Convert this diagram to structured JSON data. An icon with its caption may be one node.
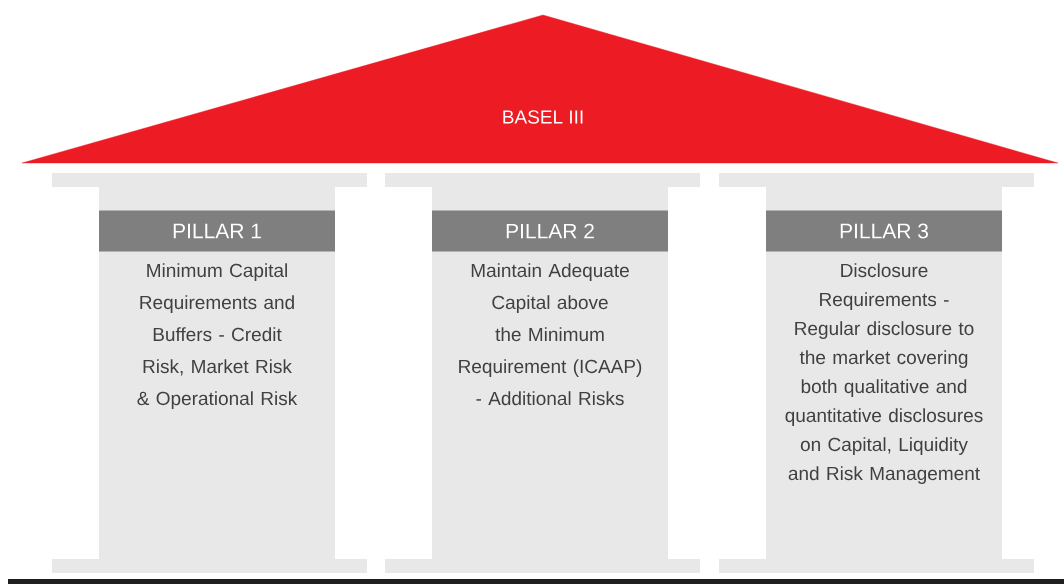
{
  "diagram": {
    "nodes": [
      {
        "text": [
          "BASEL III"
        ]
      },
      {
        "text": [
          "Minimum Capital Requirements and Buffers - Credit Risk, Market Risk & Operational Risk"
        ]
      },
      {
        "text": [
          "PILLAR 1"
        ],
        "in": 1
      },
      {
        "text": [
          "Maintain Adequate Capital above the Minimum Requirement (ICAAP) - Additional Risks"
        ]
      },
      {
        "text": [
          "PILLAR 2"
        ],
        "in": 3
      },
      {
        "text": [
          "Disclosure Requirements - Regular disclosure to the market covering both qualitative and quantitative disclosures on Capital, Liquidity and Risk Management"
        ]
      },
      {
        "text": [
          "PILLAR 3"
        ],
        "in": 5
      }
    ]
  }
}
